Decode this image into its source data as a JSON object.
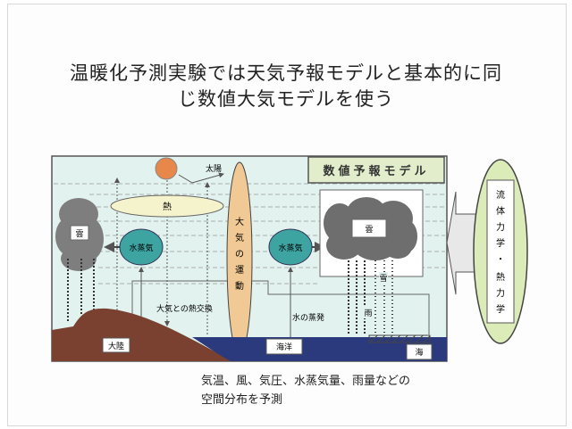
{
  "slide": {
    "title_line1": "温暖化予測実験では天気予報モデルと基本的に同",
    "title_line2": "じ数値大気モデルを使う",
    "caption_line1": "気温、風、気圧、水蒸気量、雨量などの",
    "caption_line2": "空間分布を予測"
  },
  "diagram": {
    "model_label": "数値予報モデル",
    "sun_label": "太陽",
    "heat_label": "熱",
    "left_cloud_label": "雲",
    "vapor_left_label": "水蒸気",
    "vapor_right_label": "水蒸気",
    "atmos_motion_label": [
      "大",
      "気",
      "の",
      "運",
      "動"
    ],
    "heat_exchange_label": "大気との熱交換",
    "evaporation_label": "水の蒸発",
    "continent_label": "大陸",
    "ocean_label": "海洋",
    "sea_ice_label": "海",
    "right_cloud_label": "雲",
    "rain_label": "雨",
    "snow_label": "雪",
    "physics_label": [
      "流",
      "体",
      "力",
      "学",
      "・",
      "熱",
      "力",
      "学"
    ]
  },
  "colors": {
    "sky": "#e2f2ef",
    "land": "#7a4030",
    "ocean": "#2b3a7c",
    "vapor": "#3ea4a2",
    "motion": "#f1c995",
    "heat": "#f5f3cc",
    "sun": "#e8874a",
    "model_box": "#e2eecb",
    "physics": "#dcecb8"
  }
}
